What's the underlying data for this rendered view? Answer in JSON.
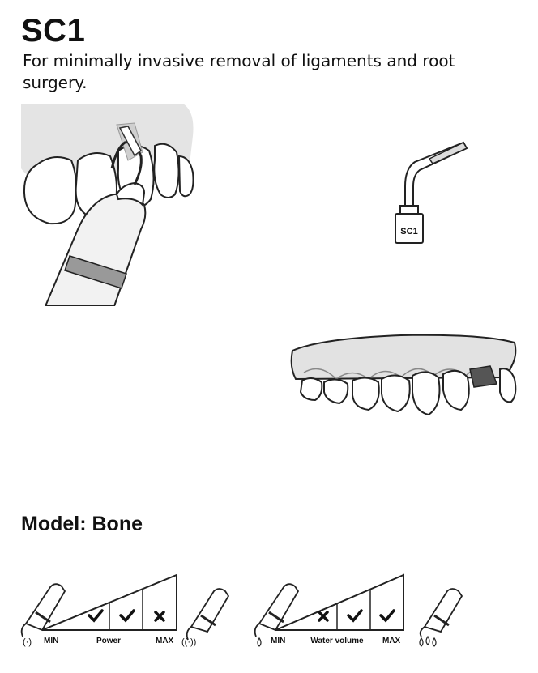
{
  "header": {
    "title": "SC1",
    "subtitle": "For minimally invasive removal of ligaments and root surgery."
  },
  "tip_label": "SC1",
  "model": {
    "label": "Model: Bone"
  },
  "power_scale": {
    "min_label": "MIN",
    "name_label": "Power",
    "max_label": "MAX",
    "levels": [
      "check",
      "check",
      "cross"
    ]
  },
  "water_scale": {
    "min_label": "MIN",
    "name_label": "Water volume",
    "max_label": "MAX",
    "levels": [
      "cross",
      "check",
      "check"
    ]
  },
  "icons": {
    "check": "checkmark-icon",
    "cross": "cross-icon"
  }
}
